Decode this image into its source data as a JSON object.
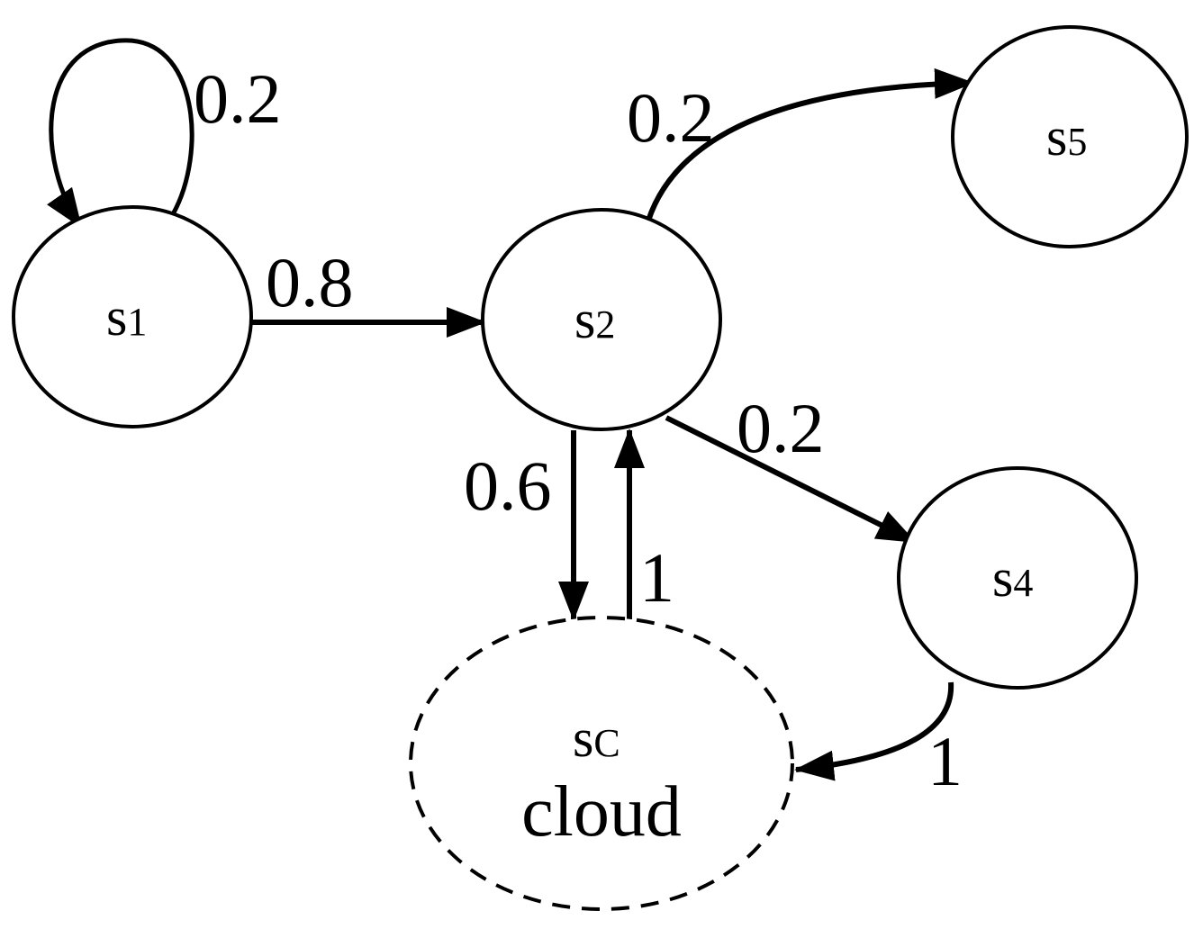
{
  "nodes": {
    "s1": {
      "main": "s",
      "sub": "1"
    },
    "s2": {
      "main": "s",
      "sub": "2"
    },
    "s4": {
      "main": "s",
      "sub": "4"
    },
    "s5": {
      "main": "s",
      "sub": "5"
    },
    "sc": {
      "main": "s",
      "sub": "C",
      "label": "cloud"
    }
  },
  "edges": {
    "s1_self": {
      "label": "0.2"
    },
    "s1_s2": {
      "label": "0.8"
    },
    "s2_s5": {
      "label": "0.2"
    },
    "s2_s4": {
      "label": "0.2"
    },
    "s2_sc": {
      "label": "0.6"
    },
    "sc_s2": {
      "label": "1"
    },
    "s4_sc": {
      "label": "1"
    }
  }
}
